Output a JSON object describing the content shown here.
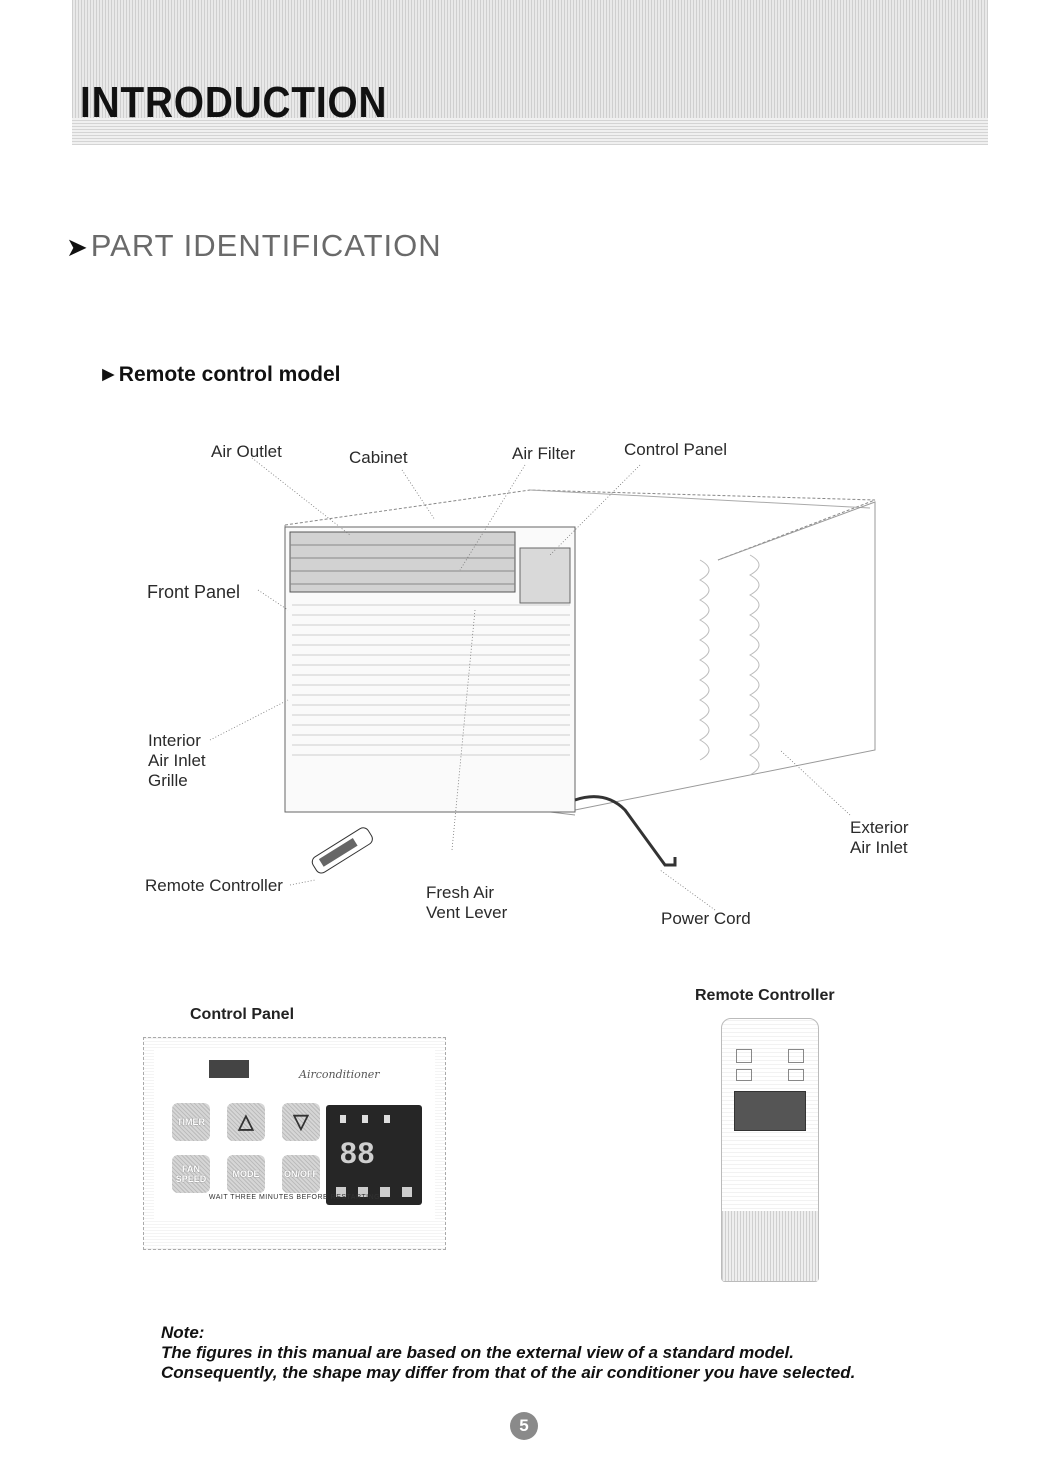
{
  "header": {
    "title": "INTRODUCTION"
  },
  "section": {
    "title": "PART IDENTIFICATION",
    "arrow": "➤"
  },
  "subsection": {
    "title": "Remote control model",
    "marker": "►"
  },
  "diagram": {
    "labels": {
      "air_outlet": "Air Outlet",
      "cabinet": "Cabinet",
      "air_filter": "Air Filter",
      "control_panel": "Control Panel",
      "front_panel": "Front Panel",
      "interior_air_inlet_grille": [
        "Interior",
        "Air Inlet",
        "Grille"
      ],
      "remote_controller": "Remote Controller",
      "fresh_air_vent_lever": [
        "Fresh Air",
        "Vent Lever"
      ],
      "power_cord": "Power Cord",
      "exterior_air_inlet": [
        "Exterior",
        "Air Inlet"
      ]
    }
  },
  "control_panel_figure": {
    "caption": "Control Panel",
    "brand": "Airconditioner",
    "buttons": [
      "TIMER",
      "△",
      "▽",
      "FAN SPEED",
      "MODE",
      "ON/OFF"
    ],
    "display_digits": "88",
    "warning": "WAIT THREE MINUTES BEFORE RESTARTING"
  },
  "remote_figure": {
    "caption": "Remote Controller"
  },
  "note": {
    "title": "Note:",
    "lines": [
      "The figures in this manual are based on the external view of a standard model.",
      "Consequently, the shape may differ from that of the air conditioner you have selected."
    ]
  },
  "page": {
    "number": "5"
  }
}
